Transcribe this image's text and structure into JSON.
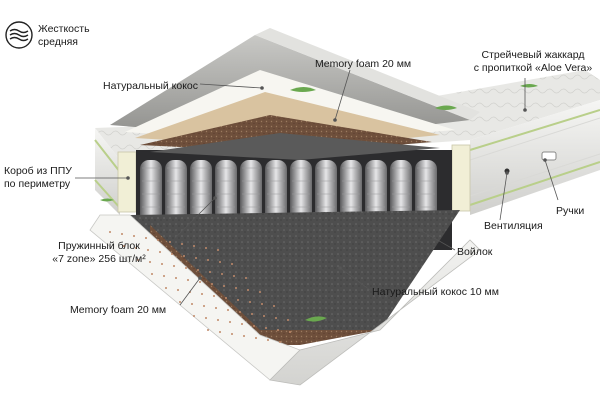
{
  "firmness": {
    "line1": "Жесткость",
    "line2": "средняя",
    "icon": "firmness-waves-icon"
  },
  "labels": {
    "memory_foam_top": "Memory foam 20 мм",
    "natural_coconut_top": "Натуральный кокос",
    "jacquard_line1": "Стрейчевый жаккард",
    "jacquard_line2": "с пропиткой «Aloe Vera»",
    "pu_box_line1": "Короб из ППУ",
    "pu_box_line2": "по периметру",
    "handles": "Ручки",
    "ventilation": "Вентиляция",
    "spring_block_line1": "Пружинный блок",
    "spring_block_line2": "«7 zone» 256 шт/м²",
    "felt": "Войлок",
    "natural_coconut_bottom": "Натуральный кокос 10 мм",
    "memory_foam_bottom": "Memory foam 20 мм"
  },
  "colors": {
    "cover": "#e9e9e7",
    "cover_shadow": "#bdbdbb",
    "coconut": "#7a5a44",
    "latex": "#d9c3a0",
    "foam": "#f4f1ea",
    "spring_dark": "#3b3b3d",
    "spring_light": "#d8d8da",
    "felt": "#4a4a4a",
    "pu_box": "#f1efd6",
    "leaf_green": "#6aa84f"
  }
}
